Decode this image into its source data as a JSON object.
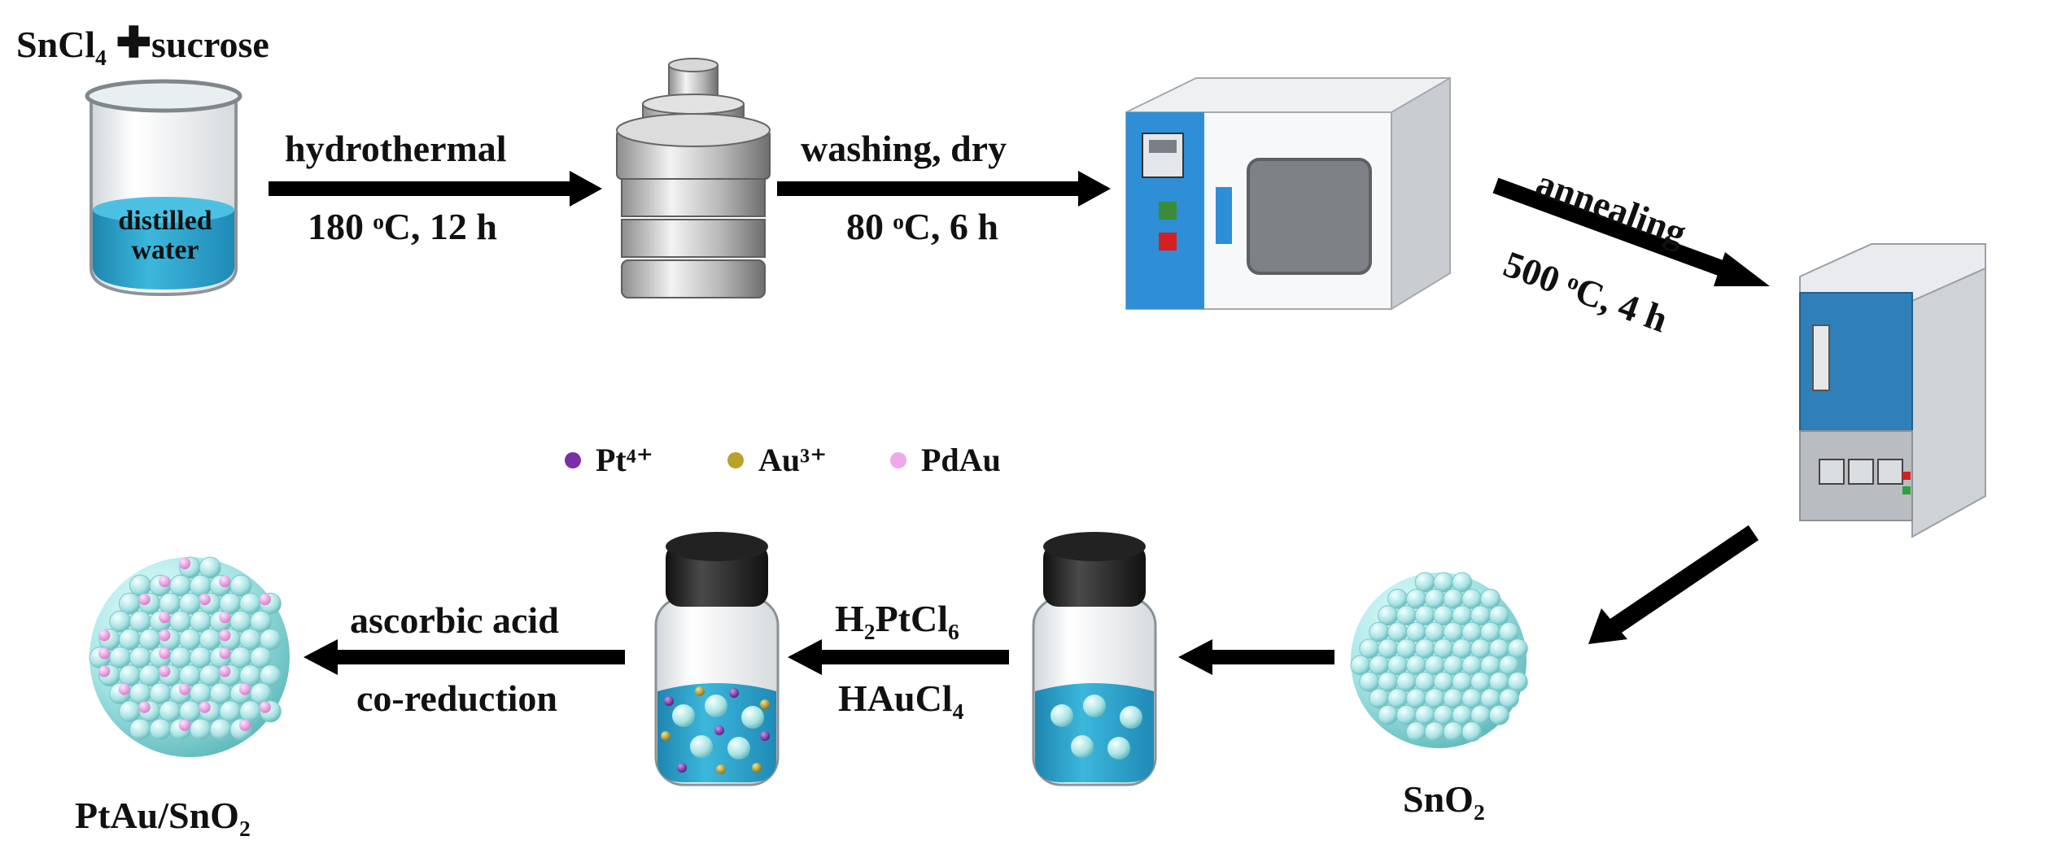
{
  "top": {
    "reactants_a": "SnCl",
    "reactants_a_sub": "4",
    "reactants_b": "sucrose",
    "beaker_label_1": "distilled",
    "beaker_label_2": "water",
    "step1_top": "hydrothermal",
    "step1_bottom": "180 ᵒC, 12 h",
    "step2_top": "washing, dry",
    "step2_bottom": "80 ᵒC, 6 h",
    "step3_top": "annealing",
    "step3_bottom": "500 ᵒC, 4 h"
  },
  "legend": {
    "items": [
      {
        "label": "Pt⁴⁺",
        "color": "#7a2fa8"
      },
      {
        "label": "Au³⁺",
        "color": "#b8a22a"
      },
      {
        "label": "PdAu",
        "color": "#f0a8ea"
      }
    ]
  },
  "bottom": {
    "sno2_label": "SnO",
    "sno2_sub": "2",
    "reagent_1a": "H",
    "reagent_1a_sub": "2",
    "reagent_1b": "PtCl",
    "reagent_1b_sub": "6",
    "reagent_2a": "HAuCl",
    "reagent_2a_sub": "4",
    "step_top": "ascorbic acid",
    "step_bottom": "co-reduction",
    "product_a": "PtAu/SnO",
    "product_sub": "2"
  },
  "colors": {
    "water": "#2fa7cf",
    "sphere": "#a8e6e6",
    "oven_blue": "#2e8fd6",
    "furnace_blue": "#2f7fb8"
  }
}
